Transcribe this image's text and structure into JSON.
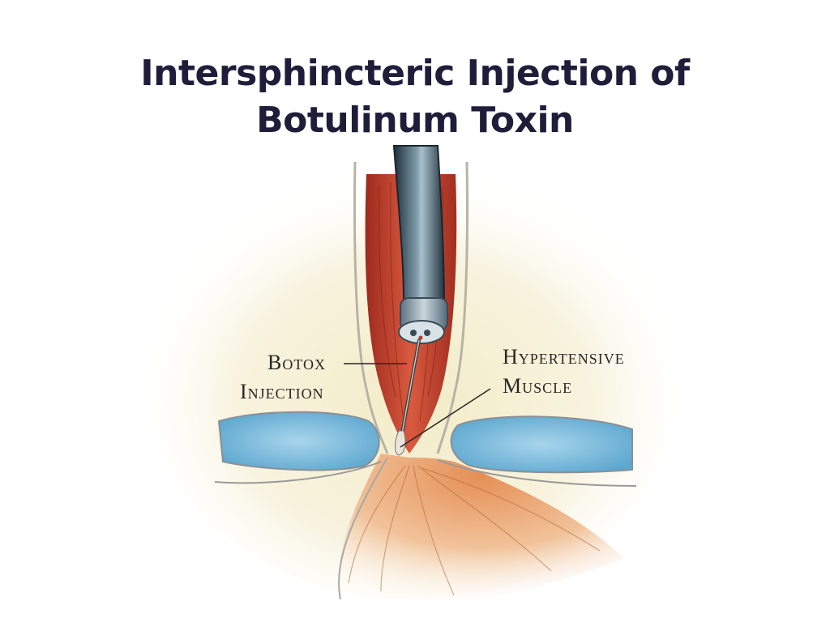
{
  "slide": {
    "title_line1": "Intersphincteric Injection of",
    "title_line2": "Botulinum Toxin"
  },
  "diagram": {
    "labels": {
      "botox_line1": "Botox",
      "botox_line2": "Injection",
      "hyper_line1": "Hypertensive",
      "hyper_line2": "Muscle"
    },
    "colors": {
      "muscle": "#c0392b",
      "scope": "#3e5868",
      "fat": "#87c5e4",
      "lumen": "#e8a06a"
    }
  }
}
